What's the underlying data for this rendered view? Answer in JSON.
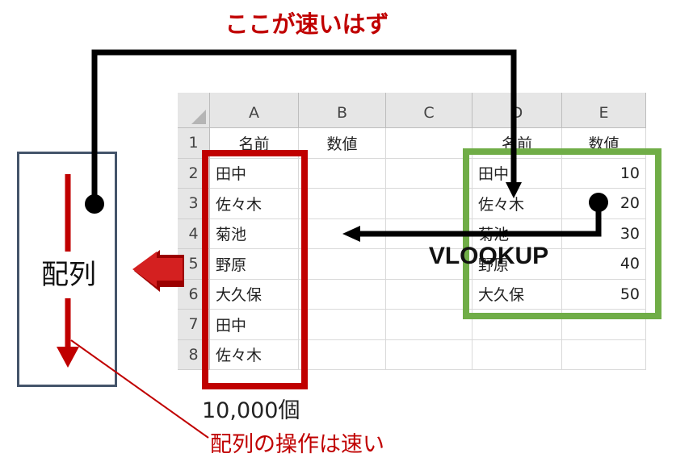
{
  "title": "ここが速いはず",
  "vlookup_label": "VLOOKUP",
  "array_label": "配列",
  "count_label": "10,000個",
  "note_label": "配列の操作は速い",
  "colors": {
    "red": "#c00000",
    "green": "#70ad47",
    "navy": "#44546a",
    "black": "#000000"
  },
  "sheet": {
    "columns": [
      "A",
      "B",
      "C",
      "D",
      "E"
    ],
    "rows": [
      {
        "n": "1",
        "A": "名前",
        "B": "数値",
        "C": "",
        "D": "名前",
        "E": "数値"
      },
      {
        "n": "2",
        "A": "田中",
        "B": "",
        "C": "",
        "D": "田中",
        "E": "10"
      },
      {
        "n": "3",
        "A": "佐々木",
        "B": "",
        "C": "",
        "D": "佐々木",
        "E": "20"
      },
      {
        "n": "4",
        "A": "菊池",
        "B": "",
        "C": "",
        "D": "菊池",
        "E": "30"
      },
      {
        "n": "5",
        "A": "野原",
        "B": "",
        "C": "",
        "D": "野原",
        "E": "40"
      },
      {
        "n": "6",
        "A": "大久保",
        "B": "",
        "C": "",
        "D": "大久保",
        "E": "50"
      },
      {
        "n": "7",
        "A": "田中",
        "B": "",
        "C": "",
        "D": "",
        "E": ""
      },
      {
        "n": "8",
        "A": "佐々木",
        "B": "",
        "C": "",
        "D": "",
        "E": ""
      }
    ]
  },
  "icons": {
    "block_arrow": "left-block-arrow-icon",
    "down_arrow": "down-arrow-icon"
  }
}
